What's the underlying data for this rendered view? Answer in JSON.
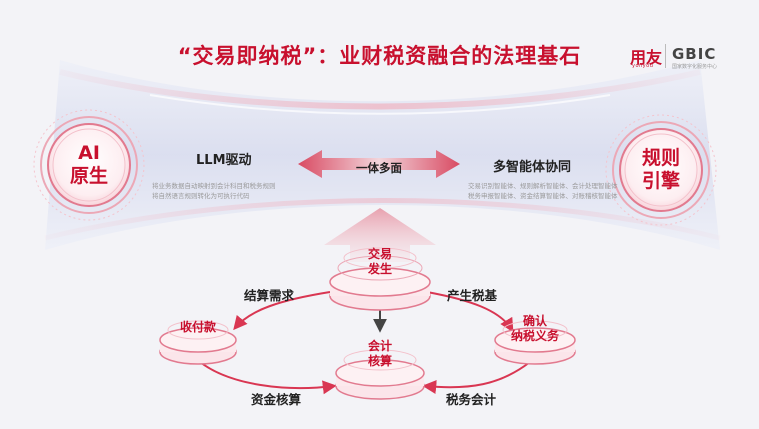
{
  "header": {
    "title": "“交易即纳税”：业财税资融合的法理基石",
    "logo_main": "用友",
    "logo_sub": "yonyou",
    "logo_partner": "GBIC",
    "logo_partner_sub": "国家数字化服务中心"
  },
  "left_badge": {
    "lines": [
      "AI",
      "原生"
    ]
  },
  "right_badge": {
    "lines": [
      "规则",
      "引擎"
    ]
  },
  "left_panel": {
    "title": "LLM驱动",
    "desc": [
      "将业务数据自动映射到会计科目和税务规则",
      "将自然语言规则转化为可执行代码"
    ]
  },
  "right_panel": {
    "title": "多智能体协同",
    "desc": [
      "交易识别智能体、规则解析智能体、会计处理智能体",
      "税务申报智能体、资金结算智能体、对账稽核智能体"
    ]
  },
  "center_label": "一体多面",
  "nodes": {
    "trade": [
      "交易",
      "发生"
    ],
    "payment": [
      "收付款"
    ],
    "accounting": [
      "会计",
      "核算"
    ],
    "tax_duty": [
      "确认",
      "纳税义务"
    ]
  },
  "flows": {
    "settlement": "结算需求",
    "tax_base": "产生税基",
    "fund": "资金核算",
    "tax_accounting": "税务会计"
  },
  "colors": {
    "brand_red": "#c8102e",
    "pink_band": "#f2c6cf",
    "band_blue": "#d7dbee",
    "background": "#f3f3f7"
  }
}
